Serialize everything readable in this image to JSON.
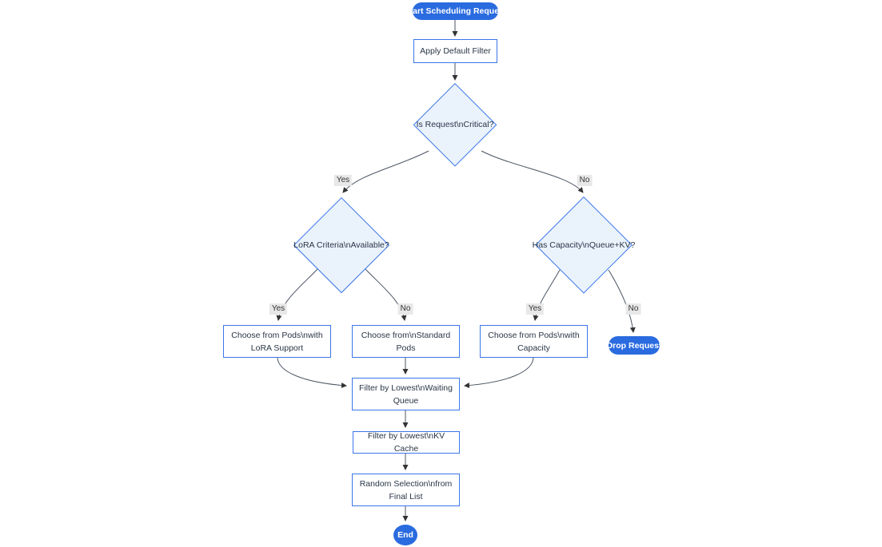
{
  "diagram": {
    "type": "flowchart",
    "nodes": {
      "start": {
        "label": "Start Scheduling Request"
      },
      "apply_filter": {
        "label": "Apply Default Filter"
      },
      "is_critical": {
        "label": "Is Request\\nCritical?"
      },
      "lora_available": {
        "label": "LoRA Criteria\\nAvailable?"
      },
      "has_capacity": {
        "label": "Has Capacity\\nQueue+KV?"
      },
      "choose_lora": {
        "label": "Choose from Pods\\nwith LoRA Support"
      },
      "choose_standard": {
        "label": "Choose from\\nStandard Pods"
      },
      "choose_capacity": {
        "label": "Choose from Pods\\nwith Capacity"
      },
      "drop_request": {
        "label": "Drop Request"
      },
      "filter_queue": {
        "label": "Filter by Lowest\\nWaiting Queue"
      },
      "filter_kv": {
        "label": "Filter by Lowest\\nKV Cache"
      },
      "random_selection": {
        "label": "Random Selection\\nfrom Final List"
      },
      "end": {
        "label": "End"
      }
    },
    "edge_labels": {
      "critical_yes": "Yes",
      "critical_no": "No",
      "lora_yes": "Yes",
      "lora_no": "No",
      "capacity_yes": "Yes",
      "capacity_no": "No"
    },
    "colors": {
      "pill_fill": "#2a6bdf",
      "pill_text": "#ffffff",
      "node_border": "#3b76e8",
      "decision_fill": "#eaf2fc",
      "rect_fill": "#ffffff",
      "node_text": "#2a3647",
      "edge_line": "#4b5563",
      "label_bg": "#e8e8e8",
      "label_text": "#333333"
    }
  }
}
